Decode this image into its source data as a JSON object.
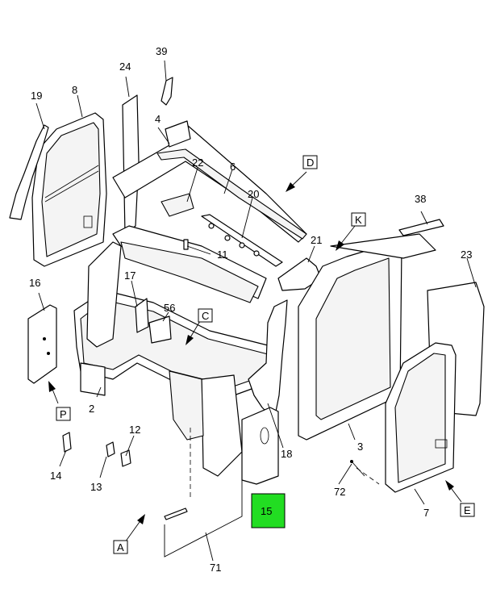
{
  "callouts": {
    "c2": "2",
    "c3": "3",
    "c4": "4",
    "c6": "6",
    "c7": "7",
    "c8": "8",
    "c11": "11",
    "c12": "12",
    "c13": "13",
    "c14": "14",
    "c15": "15",
    "c16": "16",
    "c17": "17",
    "c18": "18",
    "c19": "19",
    "c20": "20",
    "c21": "21",
    "c22": "22",
    "c23": "23",
    "c24": "24",
    "c38": "38",
    "c39": "39",
    "c56": "56",
    "c71": "71",
    "c72": "72"
  },
  "view_labels": {
    "A": "A",
    "C": "C",
    "D": "D",
    "E": "E",
    "K": "K",
    "P": "P"
  },
  "highlight": {
    "color": "#22dd22",
    "border": "#000000"
  }
}
